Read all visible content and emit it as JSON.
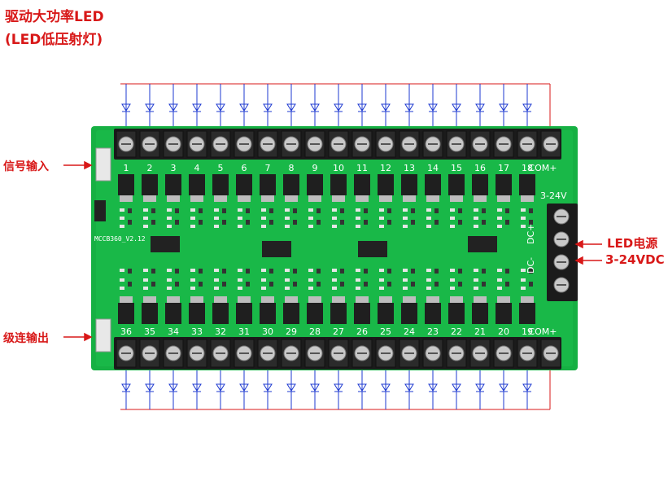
{
  "title": {
    "line1": "驱动大功率LED",
    "line2": "(LED低压射灯)"
  },
  "labels": {
    "signal_input": "信号输入",
    "cascade_output": "级连输出",
    "power_label": "LED电源",
    "power_voltage": "3-24VDC"
  },
  "board": {
    "model": "MCCB360_V2.12",
    "top_channels": [
      "1",
      "2",
      "3",
      "4",
      "5",
      "6",
      "7",
      "8",
      "9",
      "10",
      "11",
      "12",
      "13",
      "14",
      "15",
      "16",
      "17",
      "18"
    ],
    "bottom_channels": [
      "36",
      "35",
      "34",
      "33",
      "32",
      "31",
      "30",
      "29",
      "28",
      "27",
      "26",
      "25",
      "24",
      "23",
      "22",
      "21",
      "20",
      "19"
    ],
    "com_label": "COM+",
    "power_pins": [
      "3-24V",
      "DC+",
      "DC-"
    ]
  },
  "colors": {
    "pcb": "#16b043",
    "pcb_dark": "#0e8a32",
    "accent_red": "#d81818",
    "wire_blue": "#1e3ad0",
    "terminal": "#1b1b1b",
    "screw": "#c8c8c8"
  }
}
